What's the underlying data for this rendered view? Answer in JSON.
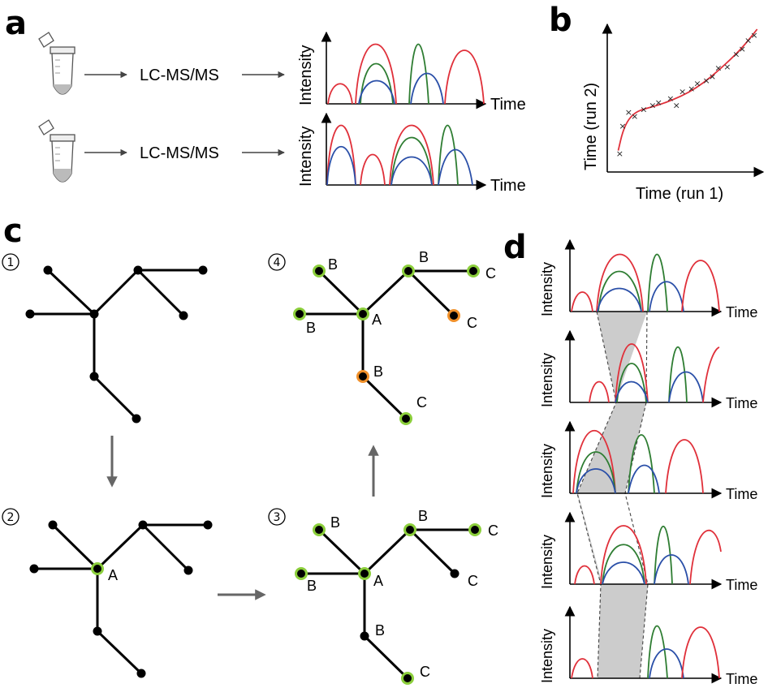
{
  "panels": {
    "a": "a",
    "b": "b",
    "c": "c",
    "d": "d"
  },
  "panel_a": {
    "process_label": "LC-MS/MS",
    "y_label": "Intensity",
    "x_label": "Time"
  },
  "panel_b": {
    "x_label": "Time (run 1)",
    "y_label": "Time (run 2)"
  },
  "panel_c": {
    "steps": [
      "1",
      "2",
      "3",
      "4"
    ],
    "node_labels": {
      "A": "A",
      "B": "B",
      "C": "C"
    }
  },
  "panel_d": {
    "y_label": "Intensity",
    "x_label": "Time"
  },
  "colors": {
    "red": "#e0303a",
    "green": "#2e7d32",
    "blue": "#2a4fa8",
    "node_green": "#8ccf3c",
    "node_orange": "#f0902a",
    "band": "#cccccc"
  },
  "chart_data": {
    "type": "scatter",
    "x_label": "Time (run 1)",
    "y_label": "Time (run 2)",
    "points": [
      {
        "x": 0.04,
        "y": 0.1
      },
      {
        "x": 0.06,
        "y": 0.3
      },
      {
        "x": 0.1,
        "y": 0.4
      },
      {
        "x": 0.14,
        "y": 0.37
      },
      {
        "x": 0.2,
        "y": 0.42
      },
      {
        "x": 0.26,
        "y": 0.45
      },
      {
        "x": 0.3,
        "y": 0.47
      },
      {
        "x": 0.38,
        "y": 0.5
      },
      {
        "x": 0.42,
        "y": 0.45
      },
      {
        "x": 0.46,
        "y": 0.55
      },
      {
        "x": 0.52,
        "y": 0.57
      },
      {
        "x": 0.56,
        "y": 0.61
      },
      {
        "x": 0.62,
        "y": 0.63
      },
      {
        "x": 0.66,
        "y": 0.66
      },
      {
        "x": 0.7,
        "y": 0.72
      },
      {
        "x": 0.76,
        "y": 0.73
      },
      {
        "x": 0.82,
        "y": 0.82
      },
      {
        "x": 0.86,
        "y": 0.86
      },
      {
        "x": 0.9,
        "y": 0.92
      },
      {
        "x": 0.94,
        "y": 0.96
      }
    ],
    "fit_curve": [
      [
        0.03,
        0.12
      ],
      [
        0.06,
        0.26
      ],
      [
        0.1,
        0.35
      ],
      [
        0.15,
        0.4
      ],
      [
        0.2,
        0.42
      ],
      [
        0.3,
        0.45
      ],
      [
        0.4,
        0.49
      ],
      [
        0.5,
        0.54
      ],
      [
        0.6,
        0.61
      ],
      [
        0.7,
        0.7
      ],
      [
        0.8,
        0.8
      ],
      [
        0.88,
        0.89
      ],
      [
        0.96,
        1.0
      ]
    ]
  }
}
